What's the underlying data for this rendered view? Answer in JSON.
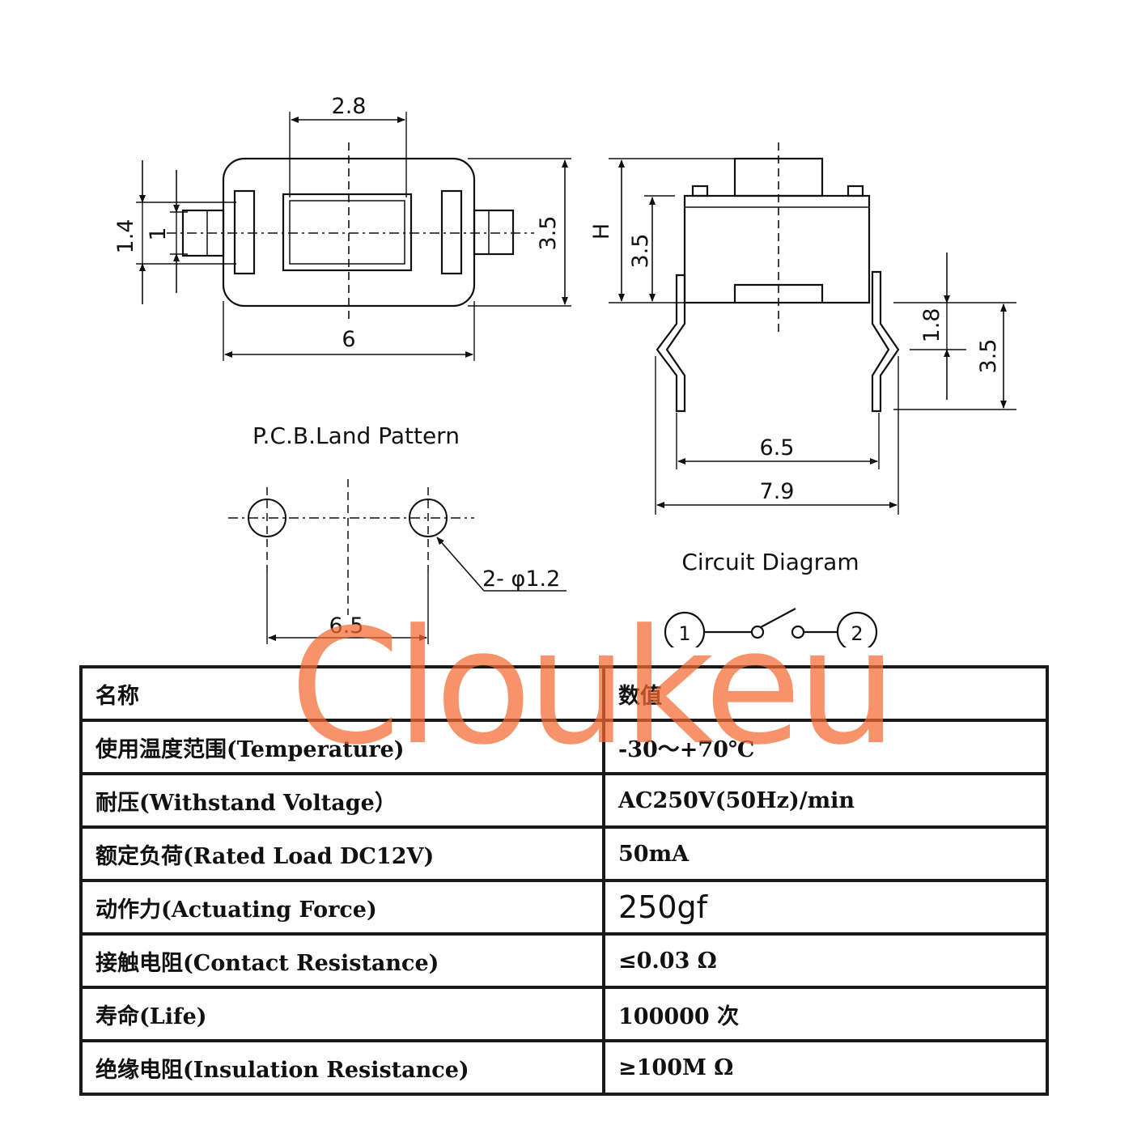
{
  "drawing": {
    "top_view": {
      "dim_width_top": "2.8",
      "dim_height_left_outer": "1.4",
      "dim_height_left_inner": "1",
      "dim_height_right": "3.5",
      "dim_width_bottom": "6"
    },
    "side_view": {
      "dim_total_height": "H",
      "dim_body_height": "3.5",
      "dim_pin_bend": "1.8",
      "dim_pin_length": "3.5",
      "dim_inner_width": "6.5",
      "dim_outer_width": "7.9"
    },
    "land_pattern": {
      "title": "P.C.B.Land Pattern",
      "hole_label": "2- φ1.2",
      "pitch": "6.5"
    },
    "circuit": {
      "title": "Circuit Diagram",
      "terminal_1": "1",
      "terminal_2": "2"
    }
  },
  "specs": {
    "header": {
      "name": "名称",
      "value": "数值"
    },
    "rows": [
      {
        "name": "使用温度范围(Temperature)",
        "value": "-30～+70℃"
      },
      {
        "name": "耐压(Withstand Voltage）",
        "value": "AC250V(50Hz)/min"
      },
      {
        "name": "额定负荷(Rated Load DC12V)",
        "value": "50mA"
      },
      {
        "name": "动作力(Actuating Force)",
        "value": "250gf"
      },
      {
        "name": "接触电阻(Contact Resistance)",
        "value": "≤0.03 Ω"
      },
      {
        "name": "寿命(Life)",
        "value": "100000 次"
      },
      {
        "name": "绝缘电阻(Insulation Resistance)",
        "value": "≥100M Ω"
      }
    ]
  },
  "watermark": "Cloukeu",
  "colors": {
    "line": "#111111",
    "watermark": "#f46a32"
  }
}
